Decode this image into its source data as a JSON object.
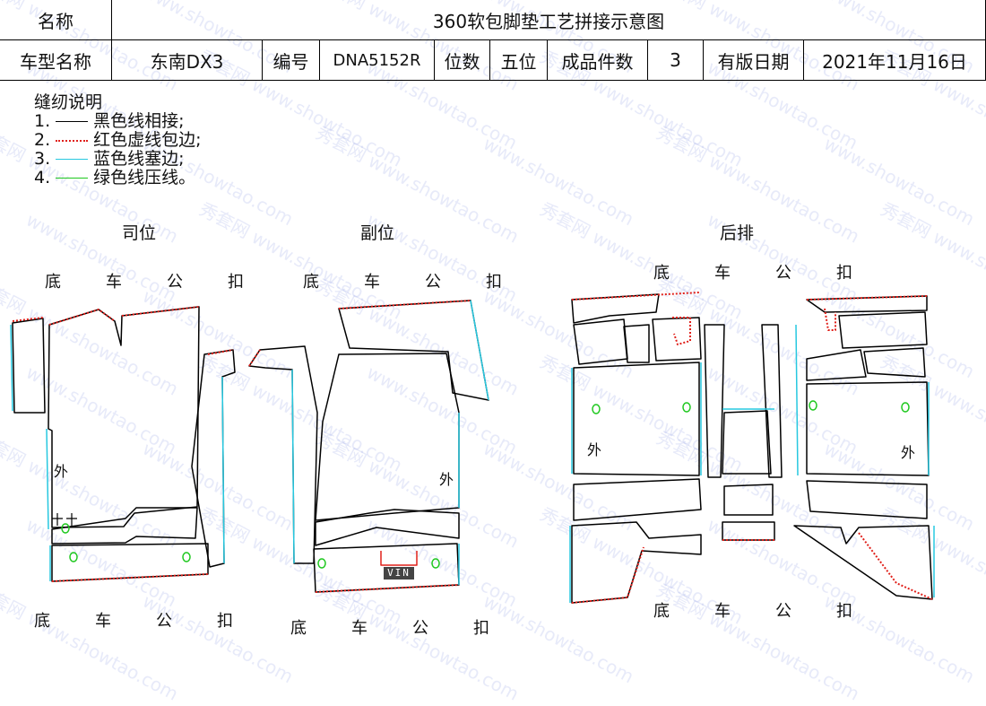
{
  "header": {
    "name_label": "名称",
    "title": "360软包脚垫工艺拼接示意图",
    "model_label": "车型名称",
    "model_value": "东南DX3",
    "code_label": "编号",
    "code_value": "DNA5152R",
    "seats_label": "位数",
    "seats_value": "五位",
    "count_label": "成品件数",
    "count_value": "3",
    "date_label": "有版日期",
    "date_value": "2021年11月16日"
  },
  "legend": {
    "title": "缝纫说明",
    "items": [
      {
        "num": "1.",
        "text": "黑色线相接;",
        "color": "#000000",
        "style": "solid"
      },
      {
        "num": "2.",
        "text": "红色虚线包边;",
        "color": "#e0201a",
        "style": "dotted"
      },
      {
        "num": "3.",
        "text": "蓝色线塞边;",
        "color": "#27c8e0",
        "style": "solid"
      },
      {
        "num": "4.",
        "text": "绿色线压线。",
        "color": "#1ec81e",
        "style": "solid"
      }
    ]
  },
  "sections": {
    "driver": "司位",
    "passenger": "副位",
    "rear": "后排"
  },
  "edge_chars": [
    "底",
    "车",
    "公",
    "扣"
  ],
  "marks": {
    "outer": "外",
    "vin": "VIN"
  },
  "colors": {
    "black_line": "#000000",
    "red_dotted": "#e0201a",
    "blue_tuck": "#27c8e0",
    "green_press": "#1ec81e"
  },
  "watermark": {
    "text1": "秀套网",
    "text2": "www.showtao.com"
  }
}
